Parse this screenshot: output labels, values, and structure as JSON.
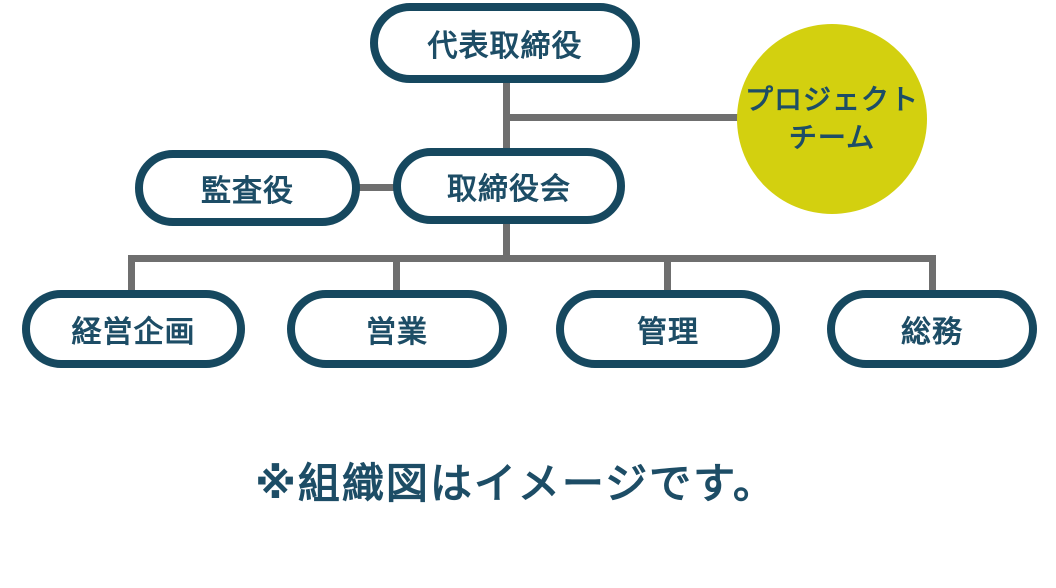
{
  "diagram": {
    "title_note": "※組織図はイメージです。",
    "nodes": {
      "ceo": "代表取締役",
      "auditor": "監査役",
      "board": "取締役会",
      "project_team": {
        "line1": "プロジェクト",
        "line2": "チーム"
      },
      "dept_planning": "経営企画",
      "dept_sales": "営業",
      "dept_admin": "管理",
      "dept_general": "総務"
    },
    "colors": {
      "node_border": "#16485f",
      "node_text": "#1d4d66",
      "project_circle_fill": "#d3d00f",
      "connector_line": "#6f6f6f",
      "background": "#ffffff"
    }
  }
}
